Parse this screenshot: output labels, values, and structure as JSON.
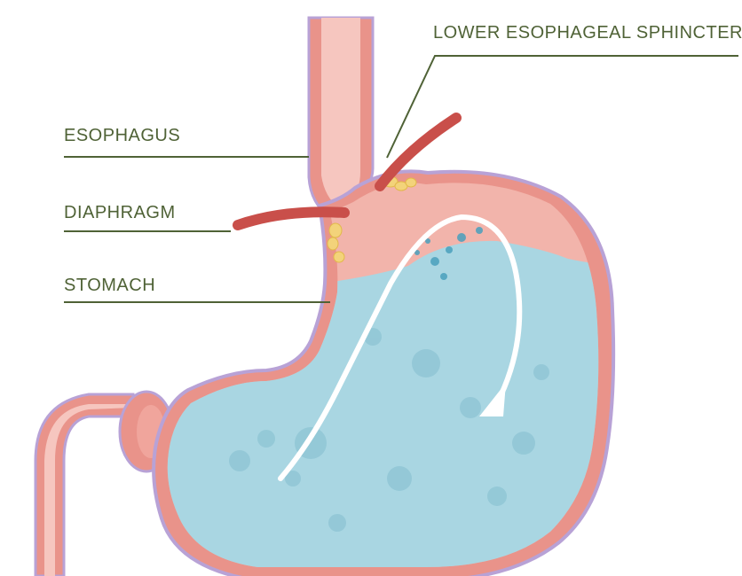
{
  "labels": {
    "esophagus": "ESOPHAGUS",
    "diaphragm": "DIAPHRAGM",
    "stomach": "STOMACH",
    "lower_esophageal_sphincter": "LOWER ESOPHAGEAL SPHINCTER"
  },
  "colors": {
    "label_text": "#4f6236",
    "leader_line": "#4f6236",
    "stomach_wall": "#e9938a",
    "stomach_outline": "#b8a2d6",
    "stomach_interior": "#f2b4ab",
    "gastric_fluid": "#a9d6e2",
    "diaphragm_muscle": "#c94f4a",
    "fat_tissue": "#f3d37a",
    "flow_arrow": "#ffffff"
  }
}
